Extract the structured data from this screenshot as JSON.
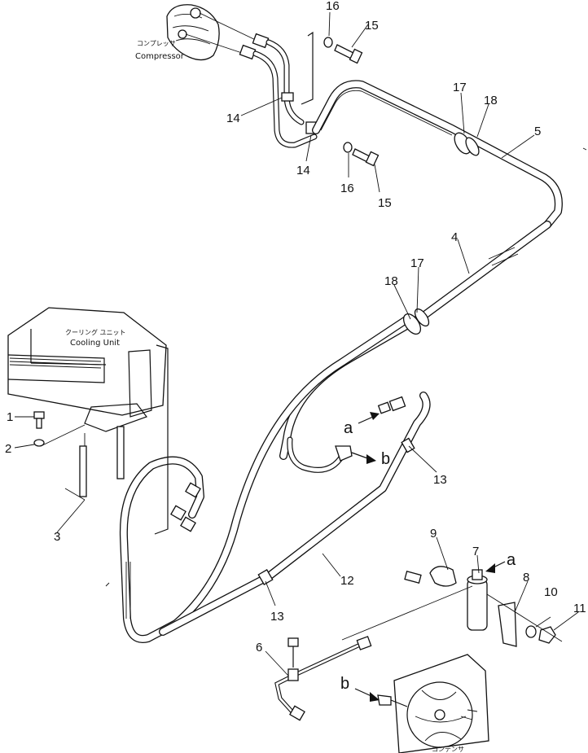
{
  "labels": {
    "compressor_jp": "コンプレッサ",
    "compressor_en": "Compressor",
    "cooling_unit_jp": "クーリング ユニット",
    "cooling_unit_en": "Cooling Unit",
    "condenser_jp": "コンデンサ"
  },
  "callouts": [
    "1",
    "2",
    "3",
    "4",
    "5",
    "6",
    "7",
    "8",
    "9",
    "10",
    "11",
    "12",
    "13",
    "13",
    "14",
    "14",
    "15",
    "15",
    "16",
    "16",
    "17",
    "17",
    "18",
    "18"
  ],
  "connections": [
    "a",
    "a",
    "b",
    "b"
  ]
}
